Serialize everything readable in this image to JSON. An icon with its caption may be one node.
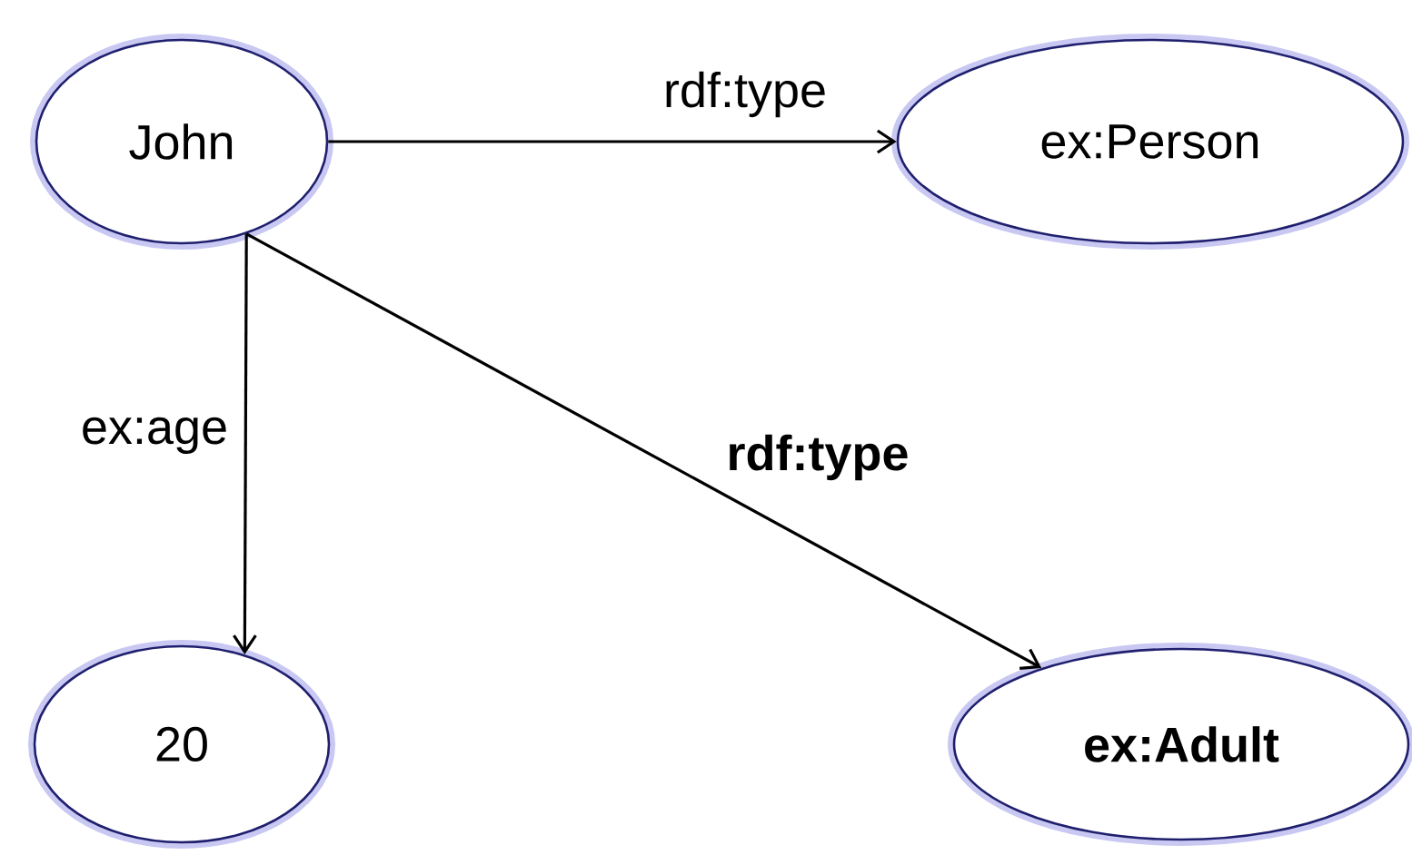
{
  "diagram": {
    "nodes": [
      {
        "text": [
          "John"
        ]
      },
      {
        "text": [
          "ex:Person"
        ]
      },
      {
        "text": [
          "20"
        ]
      },
      {
        "text": [
          "ex:Adult"
        ]
      }
    ],
    "edges": [
      {
        "from": 0,
        "to": 1,
        "arrow": "to",
        "label": "rdf:type"
      },
      {
        "from": 0,
        "to": 3,
        "arrow": "to",
        "label": "rdf:type"
      },
      {
        "from": 0,
        "to": 2,
        "arrow": "to",
        "label": "ex:age"
      }
    ]
  }
}
